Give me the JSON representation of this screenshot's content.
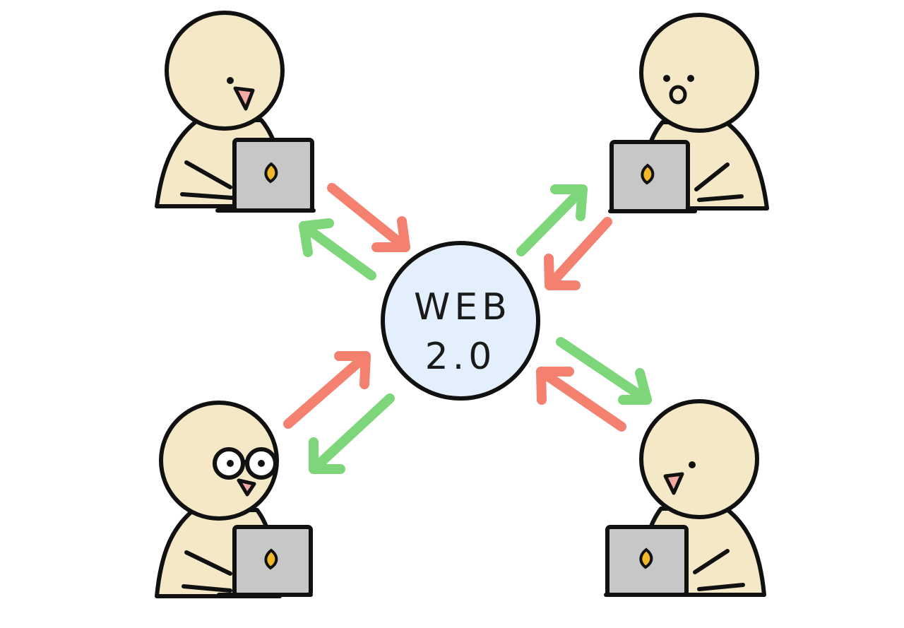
{
  "hub": {
    "line1": "WEB",
    "line2": "2.0",
    "fill": "#e3effc"
  },
  "colors": {
    "skin": "#f4e8c6",
    "outline": "#111111",
    "laptop": "#c7c7c7",
    "logo": "#f0b828",
    "beak": "#f2a9a4",
    "arrow_green": "#7dd67a",
    "arrow_red": "#f48070"
  },
  "people": [
    {
      "name": "user-top-left",
      "face": "beak"
    },
    {
      "name": "user-top-right",
      "face": "surprised"
    },
    {
      "name": "user-bottom-left",
      "face": "glasses"
    },
    {
      "name": "user-bottom-right",
      "face": "beak"
    }
  ],
  "icons": [
    "person-icon",
    "laptop-icon",
    "arrow-icon",
    "globe-node"
  ]
}
